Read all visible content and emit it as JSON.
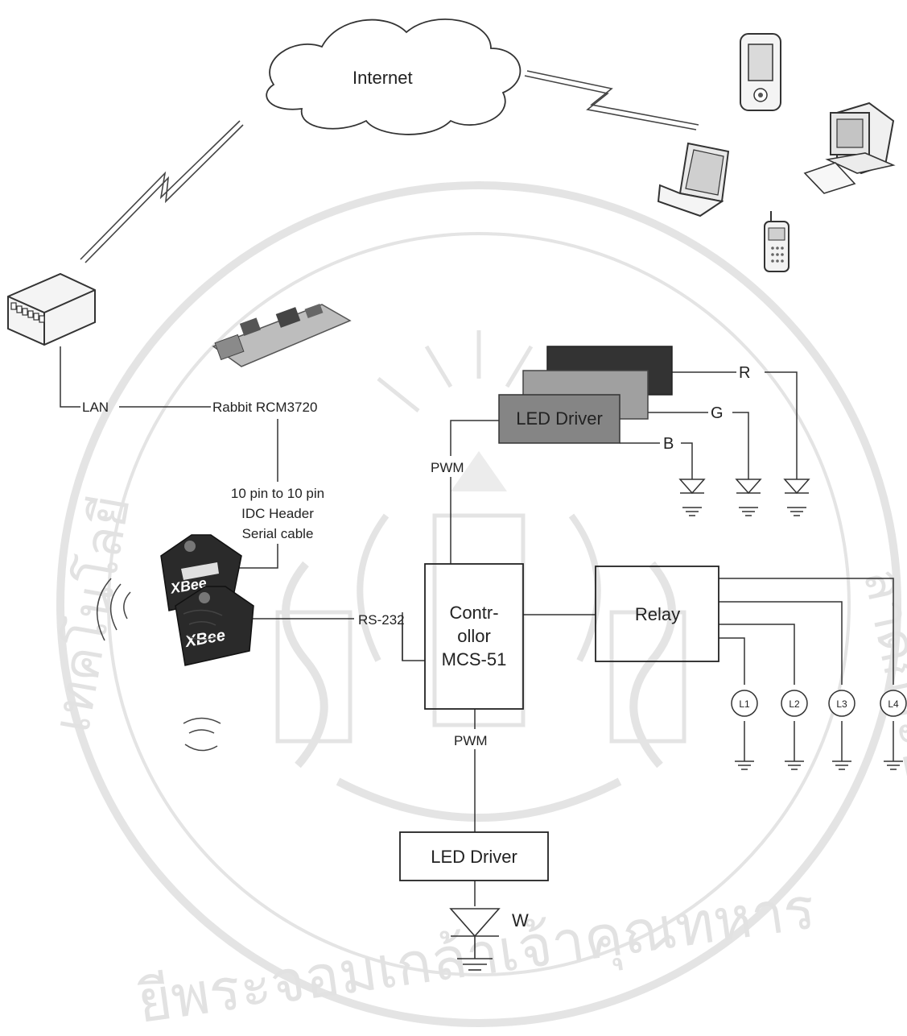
{
  "labels": {
    "internet": "Internet",
    "lan": "LAN",
    "rabbit": "Rabbit RCM3720",
    "cable_line1": "10 pin to 10 pin",
    "cable_line2": "IDC Header",
    "cable_line3": "Serial cable",
    "pwm_top": "PWM",
    "pwm_bottom": "PWM",
    "led_driver_top": "LED Driver",
    "led_driver_bottom": "LED Driver",
    "controller_line1": "Contr-",
    "controller_line2": "ollor",
    "controller_line3": "MCS-51",
    "relay": "Relay",
    "rs232": "RS-232",
    "r": "R",
    "g": "G",
    "b": "B",
    "w": "W",
    "lamps": [
      "L1",
      "L2",
      "L3",
      "L4"
    ],
    "xbee_top": "XBee",
    "xbee_bottom": "XBee"
  },
  "watermark": {
    "bottom_text": "ยีพระจอมเกล้าเจ้าคุณทหาร",
    "left_text": "เทคโนโลยี",
    "right_text": "ลาดกระบัง"
  },
  "colors": {
    "line": "#333333",
    "driver_dark": "#3a3a3a",
    "driver_mid": "#9a9a9a",
    "driver_front": "#808080",
    "watermark": "#e2e2e2"
  },
  "icons": [
    "cloud-icon",
    "lightning-link-icon",
    "pda-icon",
    "desktop-computer-icon",
    "laptop-icon",
    "mobile-phone-icon",
    "network-switch-icon",
    "rabbit-module-icon",
    "xbee-module-icon",
    "led-diode-icon",
    "lamp-icon",
    "ground-icon",
    "radio-wave-icon"
  ]
}
